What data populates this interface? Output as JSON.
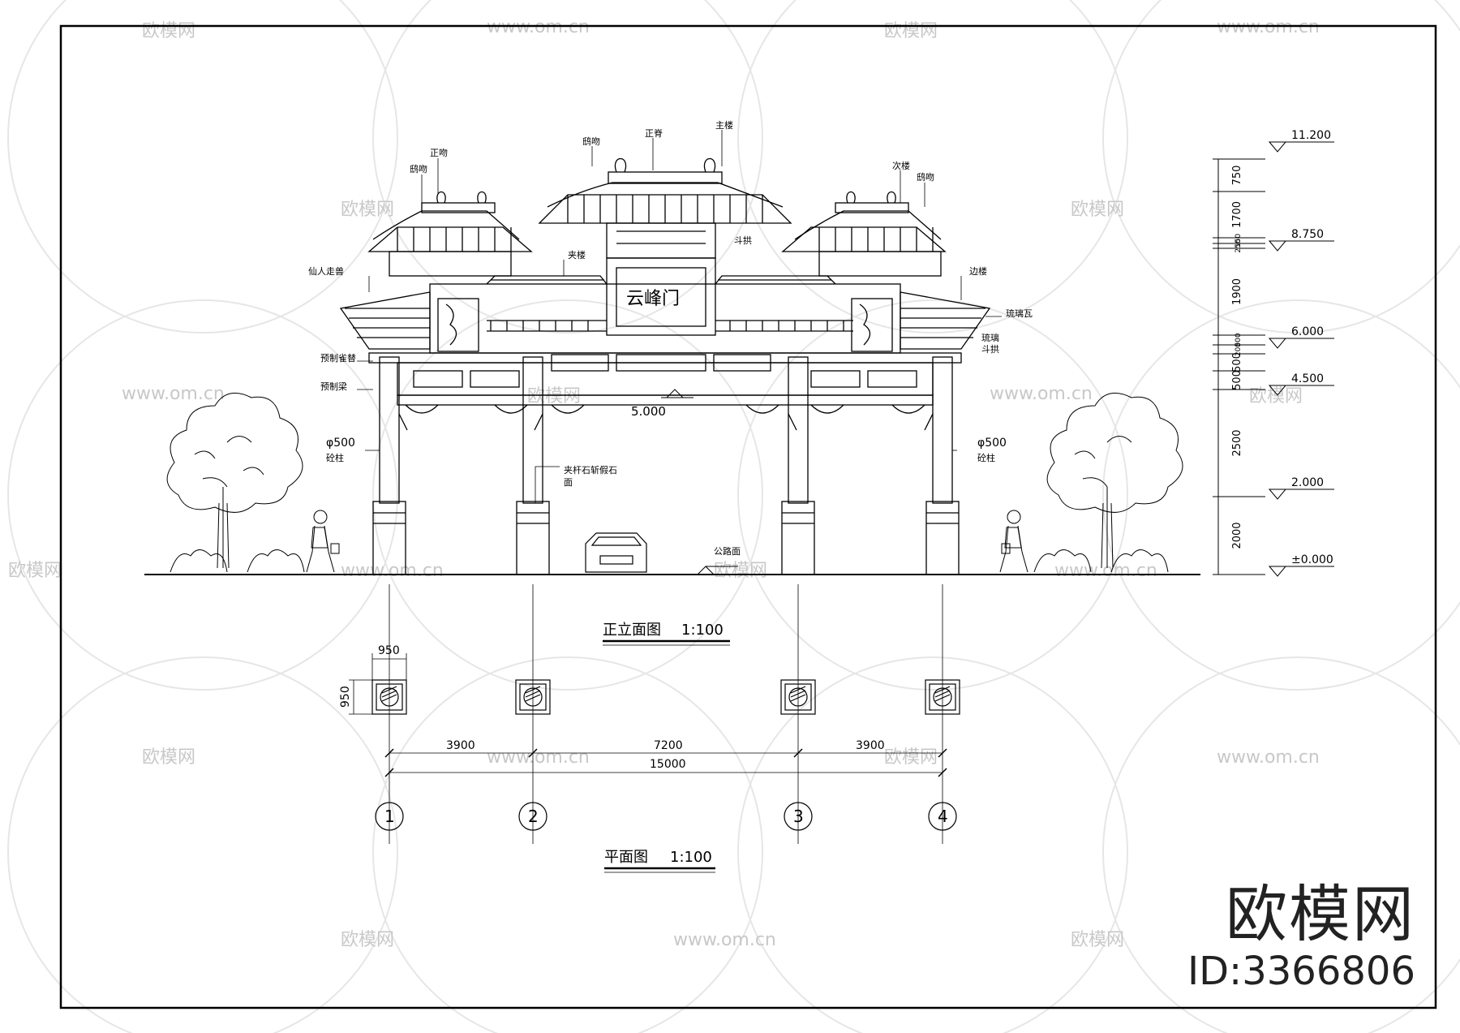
{
  "drawing": {
    "gate_name": "云峰门",
    "elevation_title": "正立面图",
    "elevation_scale": "1:100",
    "plan_title": "平面图",
    "plan_scale": "1:100"
  },
  "elevation_levels": [
    {
      "label": "11.200"
    },
    {
      "label": "8.750"
    },
    {
      "label": "6.000"
    },
    {
      "label": "4.500"
    },
    {
      "label": "2.000"
    },
    {
      "label": "±0.000"
    }
  ],
  "vertical_dims": [
    "750",
    "1700",
    "150",
    "250",
    "1900",
    "500",
    "200",
    "500",
    "500",
    "2500",
    "2000"
  ],
  "elevation_labels": {
    "beam_level": "5.000",
    "road_surface": "公路面",
    "column_left": "φ500",
    "column_left_sub": "砼柱",
    "column_right": "φ500",
    "column_right_sub": "砼柱",
    "base_note_1": "夹杆石斩假石",
    "base_note_2": "面",
    "roof_main": "主楼",
    "roof_main_ridge": "正脊",
    "roof_ridge_beast": "鸱吻",
    "roof_secondary": "次楼",
    "roof_secondary_beast": "鸱吻",
    "roof_left_ridge": "正吻",
    "roof_left_beast": "鸱吻",
    "roof_jialou": "夹楼",
    "roof_bianlou": "边楼",
    "roof_dougong": "斗拱",
    "xianren": "仙人走兽",
    "glazed_tile": "琉璃瓦",
    "left_note_1": "预制雀替",
    "left_note_2": "预制梁",
    "right_note_1": "琉璃",
    "right_note_2": "斗拱"
  },
  "plan": {
    "column_size_w": "950",
    "column_size_h": "950",
    "spans": [
      "3900",
      "7200",
      "3900"
    ],
    "total": "15000",
    "axes": [
      "1",
      "2",
      "3",
      "4"
    ]
  },
  "watermark": {
    "brand": "欧模网",
    "id": "ID:3366806",
    "small_brand": "欧模网",
    "small_url": "www.om.cn"
  }
}
